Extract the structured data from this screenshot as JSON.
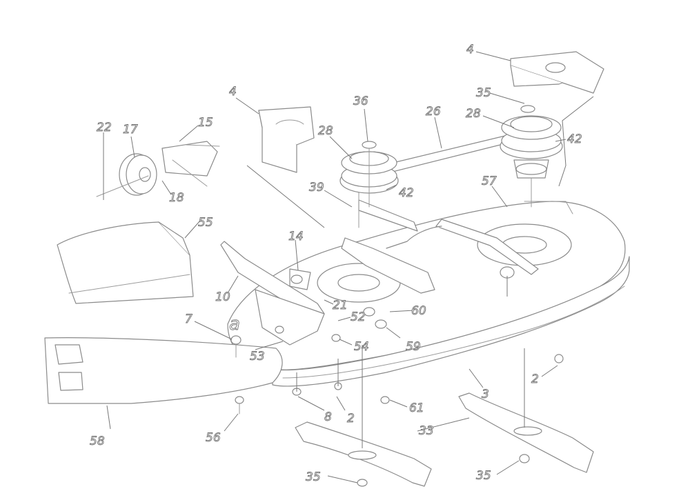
{
  "callouts": {
    "c4a": "4",
    "c4b": "4",
    "c36": "36",
    "c35top": "35",
    "c28a": "28",
    "c28b": "28",
    "c26": "26",
    "c42a": "42",
    "c42b": "42",
    "c22": "22",
    "c17": "17",
    "c15": "15",
    "c18": "18",
    "c39": "39",
    "c57": "57",
    "c55": "55",
    "c14": "14",
    "c10": "10",
    "c21": "21",
    "c52": "52",
    "c60": "60",
    "c59": "59",
    "c7": "7",
    "ca": "a",
    "c53": "53",
    "c54": "54",
    "c3": "3",
    "c2a": "2",
    "c2b": "2",
    "c8": "8",
    "c61": "61",
    "c33": "33",
    "c58": "58",
    "c56": "56",
    "c35a": "35",
    "c35b": "35"
  },
  "colors": {
    "line": "#8a8a8a",
    "label": "#6f6f6f",
    "background": "#ffffff"
  }
}
